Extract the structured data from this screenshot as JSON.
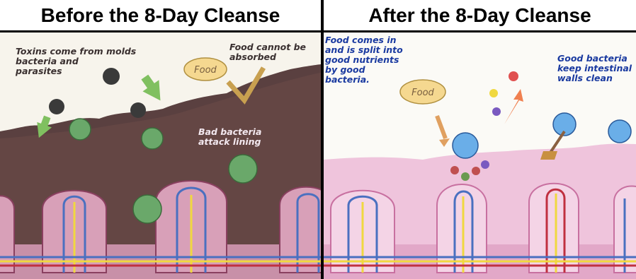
{
  "panels": {
    "before": {
      "title": "Before the 8-Day Cleanse",
      "caption_toxins": "Toxins come from molds\nbacteria and\nparasites",
      "caption_food": "Food cannot be\nabsorbed",
      "caption_bad": "Bad bacteria\nattack lining",
      "food_label": "Food"
    },
    "after": {
      "title": "After the 8-Day Cleanse",
      "caption_food": "Food comes in\nand is split into\ngood nutrients\nby good\nbacteria.",
      "caption_good": "Good bacteria\nkeep intestinal\nwalls clean",
      "food_label": "Food"
    }
  },
  "colors": {
    "lining_dark": "#5a4040",
    "lining_pink": "#e8b8d0",
    "tissue": "#c890a8",
    "vessel_blue": "#4a70c0",
    "vessel_red": "#c03040",
    "vessel_yellow": "#f0d840",
    "bad_bacteria": "#6aa86a",
    "good_bacteria": "#6aaee8",
    "caption_dark": "#3a3030",
    "caption_blue": "#1a3aa0",
    "food_cloud": "#f5d890"
  }
}
